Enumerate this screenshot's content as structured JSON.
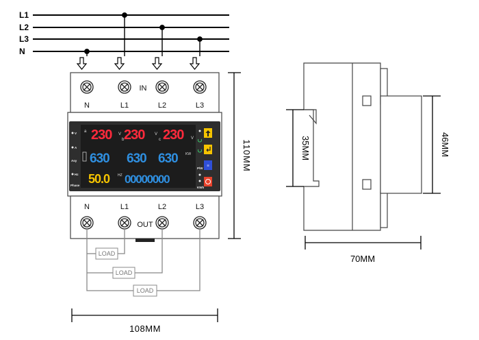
{
  "lines": [
    "L1",
    "L2",
    "L3",
    "N"
  ],
  "input": {
    "label": "IN",
    "terminals": [
      "N",
      "L1",
      "L2",
      "L3"
    ]
  },
  "output": {
    "label": "OUT",
    "terminals": [
      "N",
      "L1",
      "L2",
      "L3"
    ]
  },
  "display": {
    "voltages": [
      "230",
      "230",
      "230"
    ],
    "voltage_unit": "V",
    "phase_letters": [
      "a",
      "b",
      "c"
    ],
    "powers": [
      "630",
      "630",
      "630"
    ],
    "power_units": "KW",
    "frequency": "50.0",
    "frequency_unit": "HZ",
    "energy": "00000000",
    "left_labels": [
      "V",
      "A",
      "Asy",
      "Hz",
      "Phase"
    ],
    "right_labels": [
      "P/W",
      "KWh"
    ]
  },
  "load_label": "LOAD",
  "dimensions": {
    "width": "108MM",
    "height": "110MM",
    "depth": "70MM",
    "rail": "35MM",
    "front": "46MM"
  },
  "colors": {
    "line": "#000000",
    "device_stroke": "#444444",
    "screen": "#2e2e2e",
    "red_digits": "#ff2a3c",
    "blue_digits": "#2f8fe0",
    "yellow_digits": "#f6c400",
    "up_button": "#f5c400",
    "enter_button": "#f5c400",
    "menu_button": "#2f4fd8",
    "power_button": "#e8432c"
  }
}
